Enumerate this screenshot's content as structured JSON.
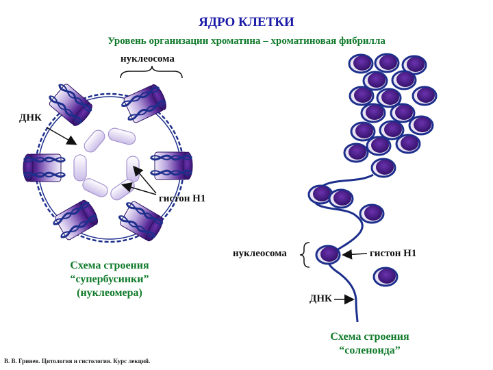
{
  "header": {
    "title": "ЯДРО КЛЕТКИ",
    "subtitle": "Уровень организации хроматина – хроматиновая фибрилла"
  },
  "left_diagram": {
    "label_nucleosome": "нуклеосома",
    "label_dna": "ДНК",
    "label_histone": "гистон Н1",
    "caption": [
      "Схема строения",
      "“супербусинки”",
      "(нуклеомера)"
    ]
  },
  "right_diagram": {
    "label_nucleosome": "нуклеосома",
    "label_histone": "гистон Н1",
    "label_dna": "ДНК",
    "caption": [
      "Схема строения",
      "“соленоида”"
    ]
  },
  "footer": "В. В. Гринев. Цитология и гистология. Курс лекций.",
  "colors": {
    "title": "#1a1aa8",
    "subtitle": "#0f7a2a",
    "nucleosome_dark": "#3d1a7a",
    "nucleosome_light": "#e6dcf2",
    "dna_strand": "#1d2f8c",
    "histone_h1": "#d8cdf0"
  }
}
